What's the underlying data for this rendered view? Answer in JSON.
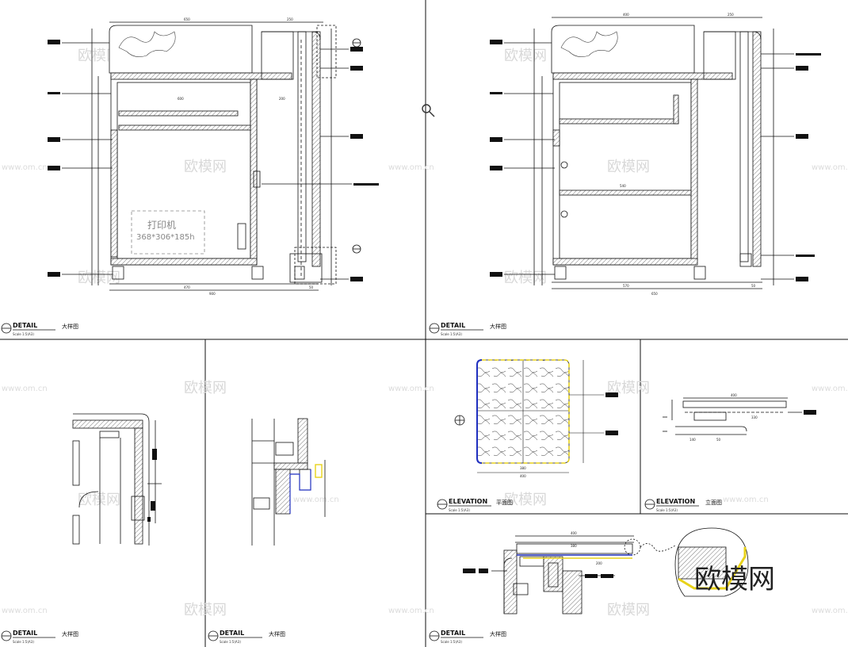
{
  "panels": [
    {
      "id": "p1",
      "title": "DETAIL",
      "scale": "Scale 1:5(A3)",
      "caption": "大样图"
    },
    {
      "id": "p2",
      "title": "DETAIL",
      "scale": "Scale 1:5(A3)",
      "caption": "大样图"
    },
    {
      "id": "p3",
      "title": "DETAIL",
      "scale": "Scale 1:5(A3)",
      "caption": "大样图"
    },
    {
      "id": "p4",
      "title": "DETAIL",
      "scale": "Scale 1:5(A3)",
      "caption": "大样图"
    },
    {
      "id": "p5",
      "title": "ELEVATION",
      "scale": "Scale 1:5(A3)",
      "caption": "平面图"
    },
    {
      "id": "p6",
      "title": "ELEVATION",
      "scale": "Scale 1:5(A3)",
      "caption": "立面图"
    },
    {
      "id": "p7",
      "title": "DETAIL",
      "scale": "Scale 1:5(A3)",
      "caption": "大样图"
    }
  ],
  "printer": {
    "label": "打印机",
    "size": "368*306*185h"
  },
  "dims": {
    "p1_top_a": "650",
    "p1_top_b": "250",
    "p1_inner": "600",
    "p1_inner2": "200",
    "p1_bottom_a": "470",
    "p1_bottom_b": "50",
    "p1_bottom_total": "900",
    "p2_top_a": "400",
    "p2_top_b": "250",
    "p2_shelf": "540",
    "p2_bottom_a": "570",
    "p2_bottom_b": "50",
    "p2_bottom_total": "650",
    "p5_w": "400",
    "p5_w2": "380",
    "p6_w": "400",
    "p6_a": "140",
    "p6_b": "50",
    "p6_c": "330",
    "p7_w": "400",
    "p7_w2": "380",
    "p7_c": "200"
  },
  "watermark": {
    "text": "欧模网",
    "site": "www.om.cn",
    "logo": "欧模网"
  },
  "colors": {
    "line": "#111111",
    "blue": "#1f2fbf",
    "yellow": "#e8d21a",
    "grey": "#888888"
  }
}
